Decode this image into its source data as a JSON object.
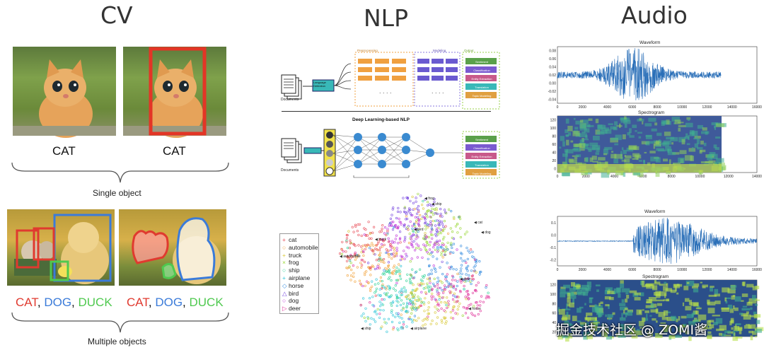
{
  "columns": {
    "cv": {
      "title": "CV"
    },
    "nlp": {
      "title": "NLP"
    },
    "audio": {
      "title": "Audio"
    }
  },
  "cv": {
    "single": {
      "left_label": "CAT",
      "right_label": "CAT",
      "caption": "Single object"
    },
    "multiple": {
      "left_labels": [
        "CAT",
        ", ",
        "DOG",
        ", ",
        "DUCK"
      ],
      "right_labels": [
        "CAT",
        ", ",
        "DOG",
        ", ",
        "DUCK"
      ],
      "caption": "Multiple objects",
      "colors": {
        "cat": "#e03a2f",
        "dog": "#3b7bd9",
        "duck": "#4fc94f"
      }
    }
  },
  "nlp": {
    "top_diagram": {
      "input_label": "Documents",
      "detect_label": "Language Detection",
      "stage_labels": [
        "Preprocessing",
        "Modeling",
        "Output"
      ],
      "outputs": [
        "Sentiment",
        "Classification",
        "Entity Extraction",
        "Translation",
        "Topic Modeling"
      ]
    },
    "divider_title": "Deep Learning-based NLP",
    "bottom_diagram": {
      "input_label": "Documents",
      "outputs": [
        "Sentiment",
        "Classification",
        "Entity Extraction",
        "Translation",
        "Topic Modeling"
      ]
    },
    "tsne": {
      "legend": [
        "cat",
        "automobile",
        "truck",
        "frog",
        "ship",
        "airplane",
        "horse",
        "bird",
        "dog",
        "deer"
      ],
      "legend_colors": [
        "#e8505b",
        "#f2a540",
        "#d9c93a",
        "#9bd83a",
        "#35d39a",
        "#34c6d9",
        "#3a8fe0",
        "#7a4be0",
        "#c03ad9",
        "#e03a9e"
      ],
      "cluster_labels": [
        "frog",
        "ship",
        "truck",
        "automobile",
        "bird",
        "cat",
        "dog",
        "horse",
        "deer",
        "ship",
        "airplane"
      ]
    }
  },
  "audio": {
    "plot1": {
      "waveform_title": "Waveform",
      "wave_yticks": [
        "0.08",
        "0.06",
        "0.04",
        "0.02",
        "0.00",
        "-0.02",
        "-0.04"
      ],
      "wave_xticks": [
        "0",
        "2000",
        "4000",
        "6000",
        "8000",
        "10000",
        "12000",
        "14000",
        "16000"
      ],
      "spec_title": "Spectrogram",
      "spec_yticks": [
        "120",
        "100",
        "80",
        "60",
        "40",
        "20",
        "0"
      ],
      "spec_xticks": [
        "0",
        "2000",
        "4000",
        "6000",
        "8000",
        "10000",
        "12000",
        "14000"
      ]
    },
    "plot2": {
      "waveform_title": "Waveform",
      "wave_yticks": [
        "0.1",
        "0.0",
        "-0.1",
        "-0.2"
      ],
      "wave_xticks": [
        "0",
        "2000",
        "4000",
        "6000",
        "8000",
        "10000",
        "12000",
        "14000",
        "16000"
      ],
      "spec_title": "Spectrogram",
      "spec_yticks": [
        "120",
        "100",
        "80",
        "60",
        "40",
        "20"
      ]
    }
  },
  "watermark": "掘金技术社区 @ ZOMI酱"
}
